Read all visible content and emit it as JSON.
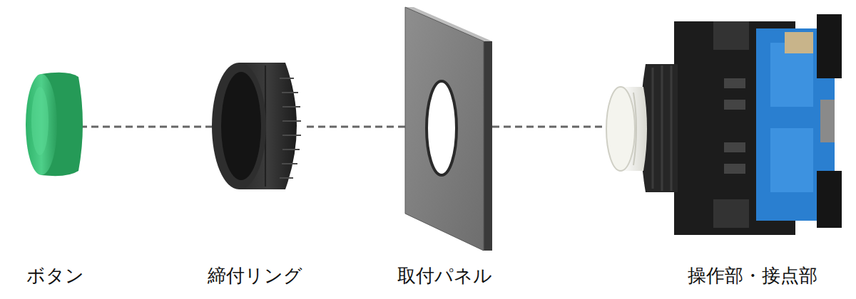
{
  "diagram": {
    "labels": [
      "ボタン",
      "締付リング",
      "取付パネル",
      "操作部・接点部"
    ]
  }
}
